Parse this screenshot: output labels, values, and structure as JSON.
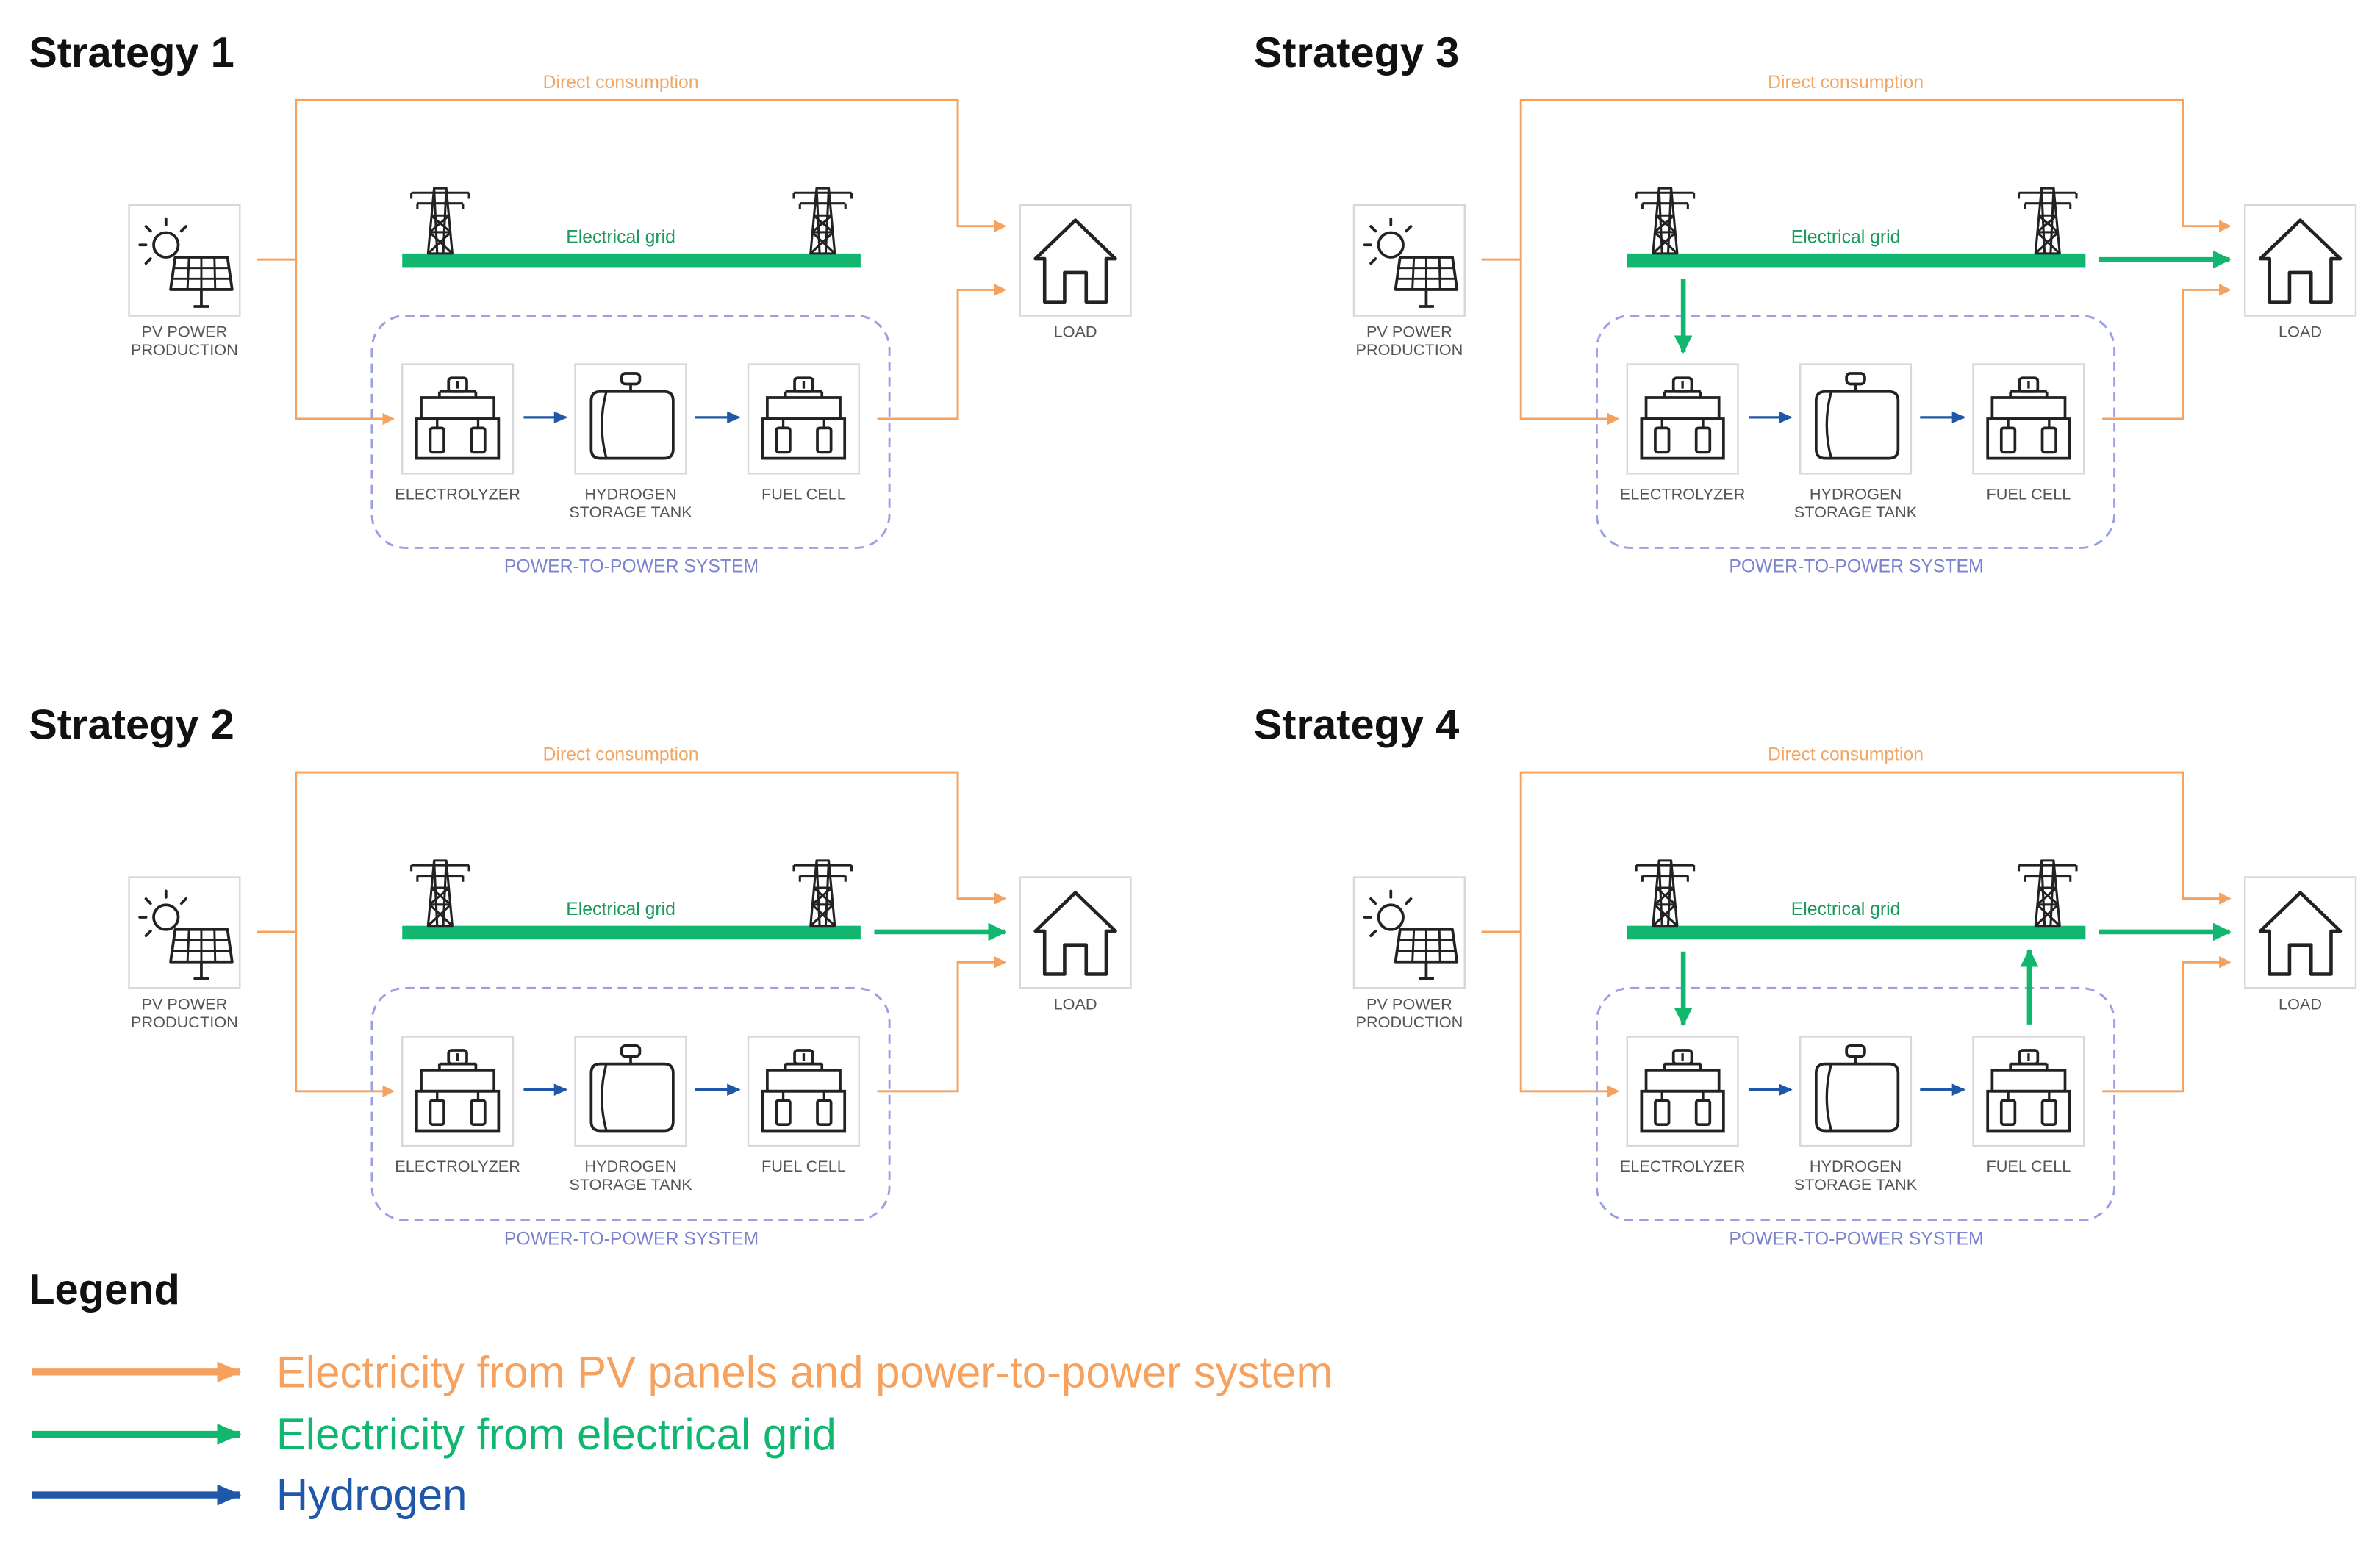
{
  "colors": {
    "pv": "#f6a25e",
    "grid": "#12b76f",
    "hydrogen": "#1f58a8",
    "p2p_border": "#9aa0e2"
  },
  "icons": [
    "solar-panel-icon",
    "transmission-tower-icon",
    "house-icon",
    "electrolyzer-icon",
    "hydrogen-tank-icon",
    "fuel-cell-icon"
  ],
  "labels": {
    "direct_consumption": "Direct consumption",
    "electrical_grid": "Electrical grid",
    "pv_line1": "PV POWER",
    "pv_line2": "PRODUCTION",
    "load": "LOAD",
    "electrolyzer": "ELECTROLYZER",
    "tank_line1": "HYDROGEN",
    "tank_line2": "STORAGE TANK",
    "fuel_cell": "FUEL CELL",
    "p2p": "POWER-TO-POWER SYSTEM"
  },
  "strategies": [
    {
      "title": "Strategy 1",
      "grid_to_load": false,
      "grid_to_electrolyzer": false,
      "fuelcell_to_grid": false
    },
    {
      "title": "Strategy 3",
      "grid_to_load": true,
      "grid_to_electrolyzer": true,
      "fuelcell_to_grid": false
    },
    {
      "title": "Strategy 2",
      "grid_to_load": true,
      "grid_to_electrolyzer": false,
      "fuelcell_to_grid": false
    },
    {
      "title": "Strategy 4",
      "grid_to_load": true,
      "grid_to_electrolyzer": true,
      "fuelcell_to_grid": true
    }
  ],
  "legend": {
    "title": "Legend",
    "items": [
      {
        "label": "Electricity from PV panels and power-to-power system",
        "kind": "pv"
      },
      {
        "label": "Electricity from electrical grid",
        "kind": "grid"
      },
      {
        "label": "Hydrogen",
        "kind": "hydrogen"
      }
    ]
  }
}
